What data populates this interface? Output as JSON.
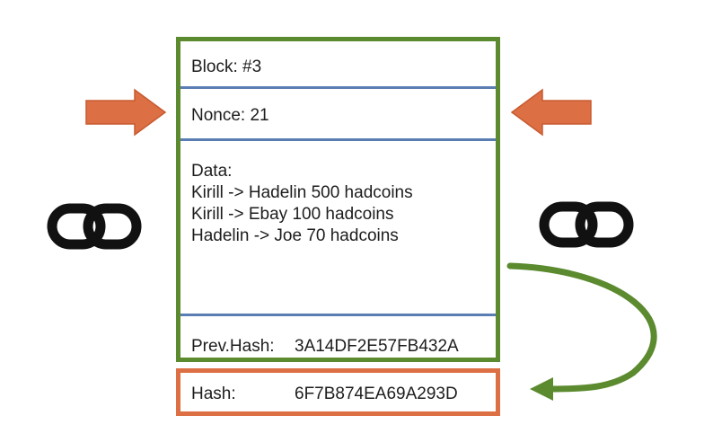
{
  "block": {
    "title": "Block: #3",
    "nonce": "Nonce: 21",
    "data_label": "Data:",
    "transactions": [
      "Kirill -> Hadelin 500 hadcoins",
      "Kirill -> Ebay 100 hadcoins",
      "Hadelin -> Joe 70 hadcoins"
    ],
    "prev_hash_label": "Prev.Hash:",
    "prev_hash_value": "3A14DF2E57FB432A"
  },
  "hash": {
    "label": "Hash:",
    "value": "6F7B874EA69A293D"
  },
  "icons": {
    "left_link": "chain-link-icon",
    "right_link": "chain-link-icon",
    "left_arrow": "arrow-right-icon",
    "right_arrow": "arrow-left-icon",
    "curved_arrow": "curved-arrow-icon"
  },
  "colors": {
    "block_border": "#5b8a2f",
    "hash_border": "#dc6f43",
    "divider": "#5a7db4",
    "arrow_fill": "#dc6f43",
    "curved_arrow": "#5b8a2f",
    "chain": "#111111"
  }
}
